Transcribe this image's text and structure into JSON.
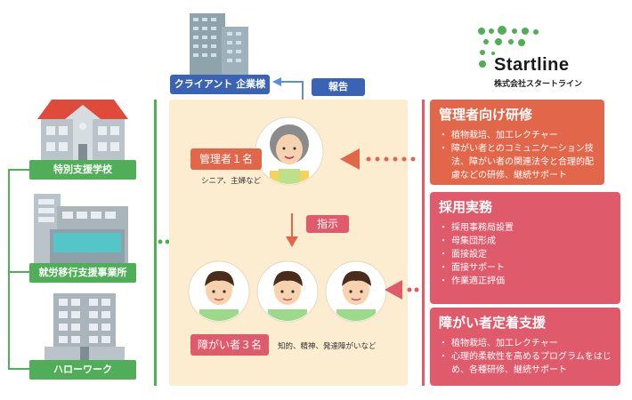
{
  "client_label": "クライアント 企業様",
  "report_label": "報告",
  "instruction_label": "指示",
  "brand": {
    "name": "Startline",
    "company": "株式会社スタートライン",
    "dot_color": "#4fae57"
  },
  "left_sources": [
    {
      "label": "特別支援学校",
      "icon": "school-icon"
    },
    {
      "label": "就労移行支援事業所",
      "icon": "office-building-icon"
    },
    {
      "label": "ハローワーク",
      "icon": "hello-work-building-icon"
    }
  ],
  "manager": {
    "label": "管理者１名",
    "note": "シニア、主婦など"
  },
  "workers": {
    "label": "障がい者３名",
    "note": "知的、精神、発達障がいなど"
  },
  "services": [
    {
      "title": "管理者向け研修",
      "color": "#e2674a",
      "items": [
        "植物栽培、加工レクチャー",
        "障がい者とのコミュニケーション技法、障がい者の関連法令と合理的配慮などの研修、継続サポート"
      ]
    },
    {
      "title": "採用実務",
      "color": "#df5a6a",
      "items": [
        "採用事務局設置",
        "母集団形成",
        "面接設定",
        "面接サポート",
        "作業適正評価"
      ]
    },
    {
      "title": "障がい者定着支援",
      "color": "#df5a6a",
      "items": [
        "植物栽培、加工レクチャー",
        "心理的柔軟性を高めるプログラムをはじめ、各種研修、継続サポート"
      ]
    }
  ]
}
